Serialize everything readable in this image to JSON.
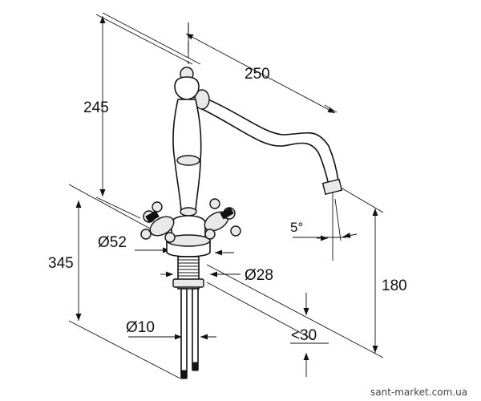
{
  "dimensions": {
    "spout_reach": "250",
    "height_above_deck": "245",
    "spout_outlet_height": "180",
    "total_height": "345",
    "base_diameter": "Ø52",
    "mounting_diameter": "Ø28",
    "tube_diameter": "Ø10",
    "max_deck_thickness": "<30",
    "outlet_angle": "5°"
  },
  "watermark": "sant-market.com.ua"
}
